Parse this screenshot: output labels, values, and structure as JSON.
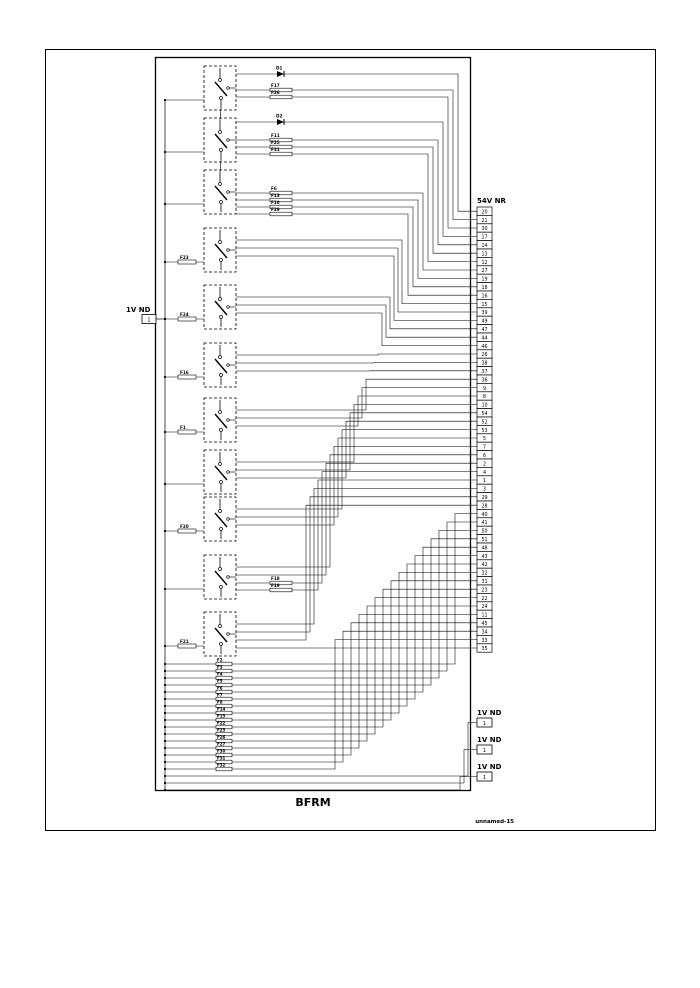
{
  "window": {
    "title": "BFRM",
    "footer": "unnamed-15"
  },
  "right_bus": {
    "label": "54V NR"
  },
  "left_supply": {
    "label": "1V ND",
    "pin": "1"
  },
  "right_supplies": [
    {
      "label": "1V ND",
      "pin": "1"
    },
    {
      "label": "1V ND",
      "pin": "1"
    },
    {
      "label": "1V ND",
      "pin": "1"
    }
  ],
  "terminals": [
    "20",
    "21",
    "30",
    "17",
    "14",
    "13",
    "12",
    "27",
    "19",
    "18",
    "16",
    "15",
    "39",
    "49",
    "47",
    "44",
    "46",
    "26",
    "38",
    "37",
    "36",
    "9",
    "8",
    "10",
    "54",
    "52",
    "53",
    "5",
    "7",
    "6",
    "2",
    "4",
    "1",
    "3",
    "29",
    "28",
    "40",
    "41",
    "50",
    "51",
    "48",
    "43",
    "42",
    "32",
    "31",
    "23",
    "22",
    "24",
    "11",
    "45",
    "34",
    "33",
    "35"
  ],
  "diodes": [
    "D1",
    "D2"
  ],
  "inline_fuses": [
    "F17",
    "F26",
    "F11",
    "F25",
    "F31",
    "F6",
    "F13",
    "F10",
    "F29",
    "F18",
    "F19"
  ],
  "relay_input_fuses": [
    "F23",
    "F24",
    "F16",
    "F1",
    "F20",
    "F21"
  ],
  "bottom_fuses": [
    "F2",
    "F3",
    "F4",
    "F5",
    "F6",
    "F7",
    "F8",
    "F14",
    "F15",
    "F22",
    "F25",
    "F26",
    "F27",
    "F30",
    "F31",
    "F32"
  ]
}
